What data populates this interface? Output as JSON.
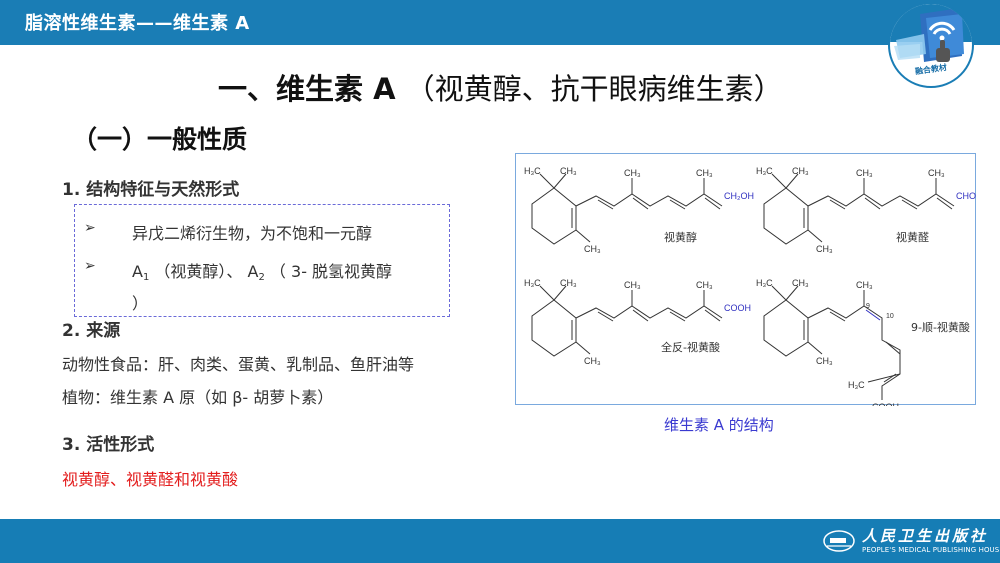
{
  "header": {
    "title": "脂溶性维生素——维生素 A",
    "badge_label": "融合教材",
    "bar_color": "#1a7db5"
  },
  "main_title": {
    "bold_part": "一、维生素 A ",
    "normal_part": "（视黄醇、抗干眼病维生素）"
  },
  "section": {
    "title": "（一）一般性质"
  },
  "structure_features": {
    "heading": "1. 结构特征与天然形式",
    "bullets": [
      {
        "arrow": "➢",
        "text": "异戊二烯衍生物，为不饱和一元醇"
      },
      {
        "arrow": "➢",
        "a1": "A",
        "a1_sub": "1",
        "a1_text": " （视黄醇）、 ",
        "a2": "A",
        "a2_sub": "2",
        "a2_text": " （ 3- 脱氢视黄醇",
        "continuation": "）"
      }
    ]
  },
  "sources": {
    "heading": "2.  来源",
    "animal": "动物性食品：肝、肉类、蛋黄、乳制品、鱼肝油等",
    "plant": "植物：维生素 A 原（如 β- 胡萝卜素）"
  },
  "active_forms": {
    "heading": "3.  活性形式",
    "text": "视黄醇、视黄醛和视黄酸",
    "color": "#e31e1e"
  },
  "structure_figure": {
    "caption": "维生素 A 的结构",
    "caption_color": "#3a3ad0",
    "molecules": [
      {
        "name": "视黄醇",
        "functional_group": "CH2OH"
      },
      {
        "name": "视黄醛",
        "functional_group": "CHO"
      },
      {
        "name": "全反-视黄酸",
        "functional_group": "COOH"
      },
      {
        "name": "9-顺-视黄酸",
        "functional_group": "COOH",
        "locants": [
          "9",
          "10"
        ]
      }
    ],
    "atom_labels": {
      "h3c": "H3C",
      "ch3": "CH3"
    }
  },
  "footer": {
    "publisher_cn": "人民卫生出版社",
    "publisher_en": "PEOPLE'S MEDICAL PUBLISHING HOUSE",
    "bar_color": "#167db5"
  }
}
